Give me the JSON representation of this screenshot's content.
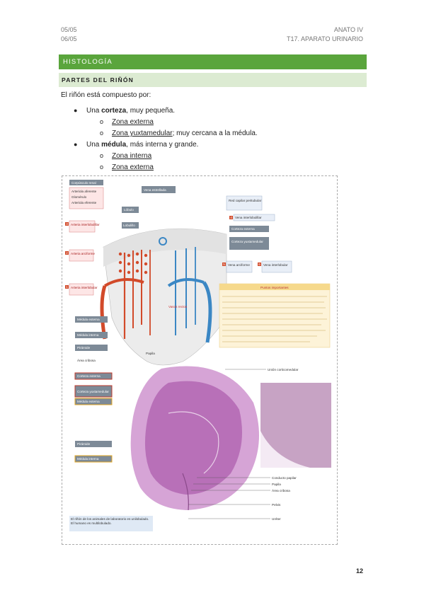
{
  "header": {
    "left_line1": "05/05",
    "left_line2": "06/05",
    "right_line1": "ANATO IV",
    "right_line2": "T17. APARATO URINARIO"
  },
  "section_title": "HISTOLOGÍA",
  "subsection_title": "PARTES DEL RIÑÓN",
  "intro": "El riñón está compuesto por:",
  "list": {
    "item1_prefix": "Una ",
    "item1_bold": "corteza",
    "item1_suffix": ", muy pequeña.",
    "item1_sub1": "Zona externa",
    "item1_sub2": "Zona yuxtamedular",
    "item1_sub2_rest": "; muy cercana a la médula.",
    "item2_prefix": "Una ",
    "item2_bold": "médula",
    "item2_suffix": ", más interna y grande.",
    "item2_sub1": "Zona interna",
    "item2_sub2": "Zona externa"
  },
  "figure": {
    "labels": {
      "corpusculo": "Corpúsculo renal",
      "arteriola_aferente": "Arteriola aferente",
      "glomerulo": "Glomérulo",
      "arteriola_eferente": "Arteriola eferente",
      "vena_estrellada": "Vena estrellada",
      "lobulo": "Lóbulo",
      "lobulillo": "Lobulillo",
      "red_capilar": "Red capilar peritubular",
      "vena_interlobulillar": "Vena interlobulillar",
      "corteza_externa": "Corteza externa",
      "corteza_yuxta": "Corteza yuxtamedular",
      "arteria_interlobulillar": "Arteria interlobulillar",
      "arteria_arciforme": "Arteria arciforme",
      "vena_arciforme": "Vena arciforme",
      "vena_interlobular": "Vena interlobular",
      "arteria_interlobular": "Arteria interlobular",
      "vasos_rectos": "Vasos rectos",
      "medula_externa": "Médula externa",
      "medula_interna": "Médula interna",
      "piramide": "Pirámide",
      "papila": "Papila",
      "area_cribosa": "Área cribosa",
      "puntos_importantes": "Puntos importantes",
      "union_corticomedular": "Unión corticomedular",
      "corteza_externa2": "Corteza externa",
      "corteza_yuxtamedular2": "Corteza yuxtamedular",
      "medula_externa2": "Médula externa",
      "piramide2": "Pirámide",
      "medula_interna2": "Médula interna",
      "conducto_papilar": "Conducto papilar",
      "papila2": "Papila",
      "area_cribosa2": "Área cribosa",
      "pelvis": "Pelvis",
      "ureter": "Uréter",
      "caption": "El riñón de los animales de laboratorio es unilobulado. El humano es multilobulado."
    },
    "num_labels": [
      "3",
      "2",
      "1",
      "4",
      "5",
      "6"
    ]
  },
  "page_number": "12",
  "colors": {
    "section_bar": "#5aa53c",
    "subsection_bar": "#dcebd2",
    "artery": "#d24a2a",
    "vein": "#3b87c4",
    "label_box": "#7d8a97",
    "tissue": "#b870b8"
  }
}
